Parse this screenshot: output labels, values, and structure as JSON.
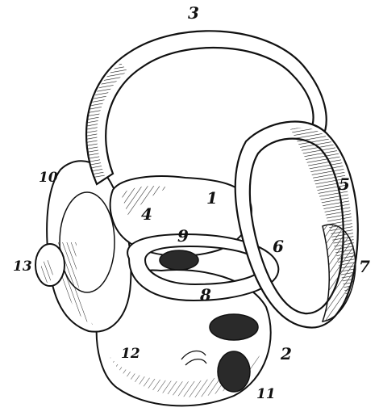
{
  "figure": {
    "labels": [
      {
        "id": "3",
        "text": "3"
      },
      {
        "id": "5",
        "text": "5"
      },
      {
        "id": "10",
        "text": "10"
      },
      {
        "id": "1",
        "text": "1"
      },
      {
        "id": "4",
        "text": "4"
      },
      {
        "id": "9",
        "text": "9"
      },
      {
        "id": "6",
        "text": "6"
      },
      {
        "id": "7",
        "text": "7"
      },
      {
        "id": "13",
        "text": "13"
      },
      {
        "id": "8",
        "text": "8"
      },
      {
        "id": "2",
        "text": "2"
      },
      {
        "id": "12",
        "text": "12"
      },
      {
        "id": "11",
        "text": "11"
      }
    ]
  },
  "colors": {
    "ink": "#111111",
    "paper": "#ffffff",
    "shade": "#3a3a3a"
  }
}
